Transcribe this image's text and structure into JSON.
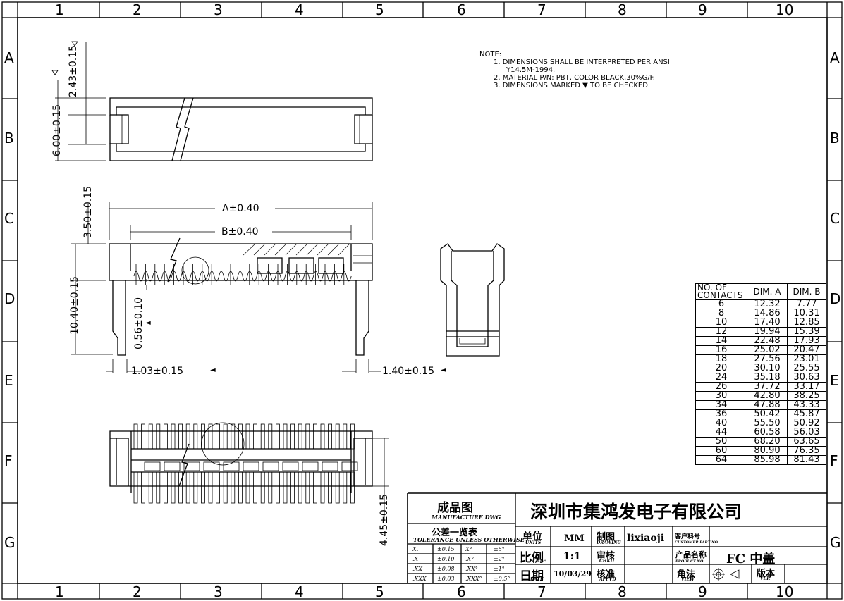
{
  "border": {
    "top_numbers": [
      "1",
      "2",
      "3",
      "4",
      "5",
      "6",
      "7",
      "8",
      "9",
      "10"
    ],
    "bottom_numbers": [
      "1",
      "2",
      "3",
      "4",
      "5",
      "6",
      "7",
      "8",
      "9",
      "10"
    ],
    "side_letters": [
      "A",
      "B",
      "C",
      "D",
      "E",
      "F",
      "G"
    ]
  },
  "notes": {
    "title": "NOTE:",
    "lines": [
      "1. DIMENSIONS SHALL BE INTERPRETED PER ANSI",
      "Y14.5M-1994.",
      "2. MATERIAL P/N: PBT, COLOR BLACK,30%G/F.",
      "3. DIMENSIONS MARKED ▼ TO BE CHECKED."
    ]
  },
  "dimensions": {
    "d243": "2.43±0.15",
    "d600": "6.00±0.15",
    "d350": "3.50±0.15",
    "d1040": "10.40±0.15",
    "d056": "0.56±0.10",
    "d103": "1.03±0.15",
    "d140": "1.40±0.15",
    "dA": "A±0.40",
    "dB": "B±0.40",
    "d445": "4.45±0.15",
    "check_mark": "◄",
    "check_mark_down": "▼"
  },
  "dim_table": {
    "headers": [
      "NO. OF CONTACTS",
      "DIM. A",
      "DIM. B"
    ],
    "rows": [
      [
        "6",
        "12.32",
        "7.77"
      ],
      [
        "8",
        "14.86",
        "10.31"
      ],
      [
        "10",
        "17.40",
        "12.85"
      ],
      [
        "12",
        "19.94",
        "15.39"
      ],
      [
        "14",
        "22.48",
        "17.93"
      ],
      [
        "16",
        "25.02",
        "20.47"
      ],
      [
        "18",
        "27.56",
        "23.01"
      ],
      [
        "20",
        "30.10",
        "25.55"
      ],
      [
        "24",
        "35.18",
        "30.63"
      ],
      [
        "26",
        "37.72",
        "33.17"
      ],
      [
        "30",
        "42.80",
        "38.25"
      ],
      [
        "34",
        "47.88",
        "43.33"
      ],
      [
        "36",
        "50.42",
        "45.87"
      ],
      [
        "40",
        "55.50",
        "50.92"
      ],
      [
        "44",
        "60.58",
        "56.03"
      ],
      [
        "50",
        "68.20",
        "63.65"
      ],
      [
        "60",
        "80.90",
        "76.35"
      ],
      [
        "64",
        "85.98",
        "81.43"
      ]
    ]
  },
  "title_block": {
    "drawing_type": "成品图",
    "drawing_type_en": "MANUFACTURE DWG",
    "tolerance_title": "公差一览表",
    "tolerance_en": "TOLERANCE UNLESS OTHERWISE",
    "tolerances": [
      [
        "X.",
        "±0.15",
        "X°",
        "±5°"
      ],
      [
        ".X",
        "±0.10",
        ".X°",
        "±2°"
      ],
      [
        ".XX",
        "±0.08",
        ".XX°",
        "±1°"
      ],
      [
        ".XXX",
        "±0.03",
        ".XXX°",
        "±0.5°"
      ]
    ],
    "company": "深圳市集鸿发电子有限公司",
    "unit_label": "单位",
    "unit_label_en": "UNITS",
    "unit_value": "MM",
    "drawing_label": "制图",
    "drawing_label_en": "DRAWING",
    "drawer": "lixiaoji",
    "customer_pn_label": "客户料号",
    "customer_pn_en": "CUSTOMER PART NO.",
    "scale_label": "比例",
    "scale_label_en": "SCALE",
    "scale_value": "1:1",
    "check_label": "审核",
    "check_label_en": "CHKD",
    "product_name_label": "产品名称",
    "product_name_en": "PRODUCT NO.",
    "product_name": "FC 中盖",
    "date_label": "日期",
    "date_label_en": "DATE",
    "date_value": "10/03/29",
    "approve_label": "核准",
    "approve_label_en": "APPVD",
    "view_label": "角法",
    "view_label_en": "VIEW",
    "version_label": "版本",
    "version_label_en": "VER"
  }
}
